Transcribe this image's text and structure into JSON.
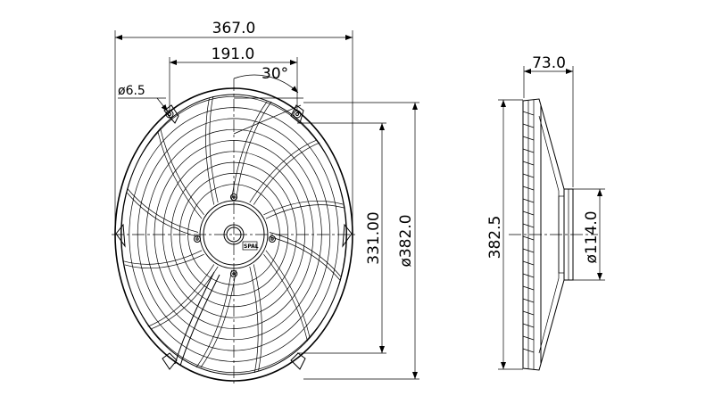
{
  "front_view": {
    "dims": {
      "overall_width": "367.0",
      "mount_spacing": "191.0",
      "angle": "30°",
      "hole_diameter": "ø6.5",
      "mount_height": "331.00",
      "outer_diameter": "ø382.0"
    },
    "label": "SPAL"
  },
  "side_view": {
    "dims": {
      "depth": "73.0",
      "height": "382.5",
      "motor_diameter": "ø114.0"
    }
  }
}
